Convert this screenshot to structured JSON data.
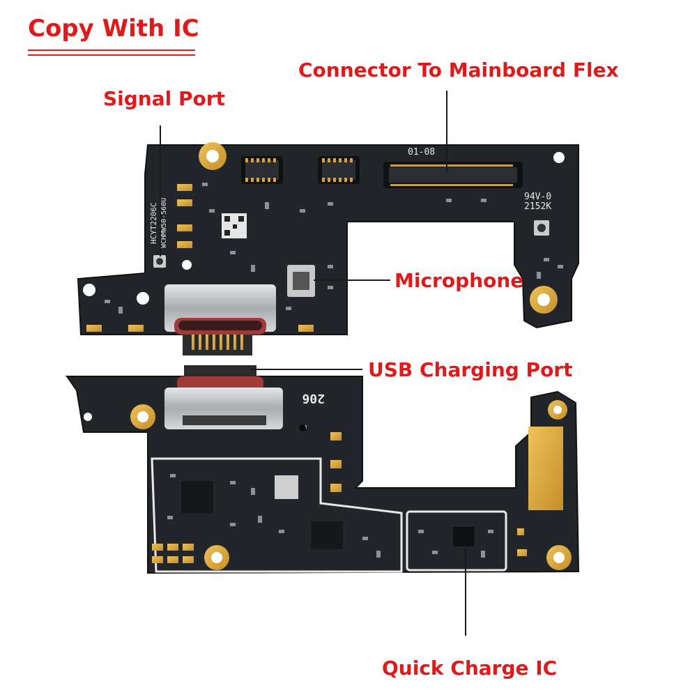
{
  "title": "Copy With IC",
  "labels": {
    "signal_port": "Signal Port",
    "connector": "Connector To Mainboard Flex",
    "microphone": "Microphone",
    "usb_port": "USB Charging Port",
    "quick_charge_ic": "Quick Charge IC"
  },
  "silkscreen": {
    "top_code": "01-08",
    "side_code_1": "HCYT2206C",
    "side_code_2": "WCHMW50-560U",
    "right_code_1": "94V-0",
    "right_code_2": "2152K",
    "bottom_code": "206"
  },
  "colors": {
    "label_red": "#e01a1a",
    "pcb": "#22262b",
    "gold": "#d9a43a",
    "silver": "#b9bcc0"
  }
}
